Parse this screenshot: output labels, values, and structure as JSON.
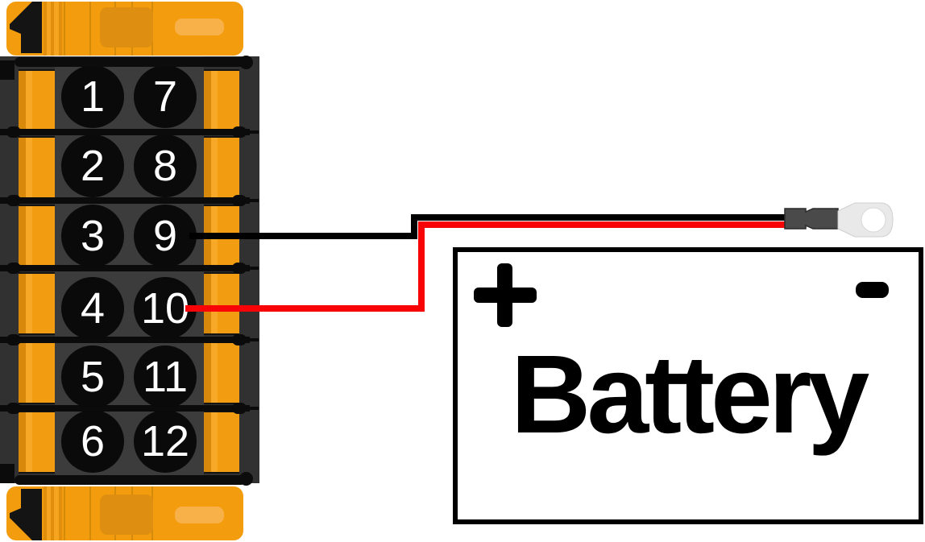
{
  "diagram": {
    "type": "wiring-diagram",
    "connector": {
      "description": "12-pin connector, front view",
      "pins": [
        "1",
        "2",
        "3",
        "4",
        "5",
        "6",
        "7",
        "8",
        "9",
        "10",
        "11",
        "12"
      ],
      "colors": {
        "housing_orange": "#F39C0E",
        "body_gray": "#313131",
        "panel_gray": "#3C3C3C",
        "pin_black": "#0A0A0A"
      }
    },
    "wires": {
      "black": {
        "label": "black wire",
        "from_pin": "9",
        "to": "ring terminal",
        "color": "#000000"
      },
      "red": {
        "label": "red wire",
        "from_pin": "10",
        "to": "ring terminal",
        "color": "#F80406"
      }
    },
    "ring_terminal": {
      "label": "ring terminal",
      "colors": {
        "crimp": "#4A4A4A",
        "ring": "#E9E9E9"
      }
    },
    "battery": {
      "label": "Battery",
      "positive_symbol": "+",
      "negative_symbol": "-"
    }
  }
}
